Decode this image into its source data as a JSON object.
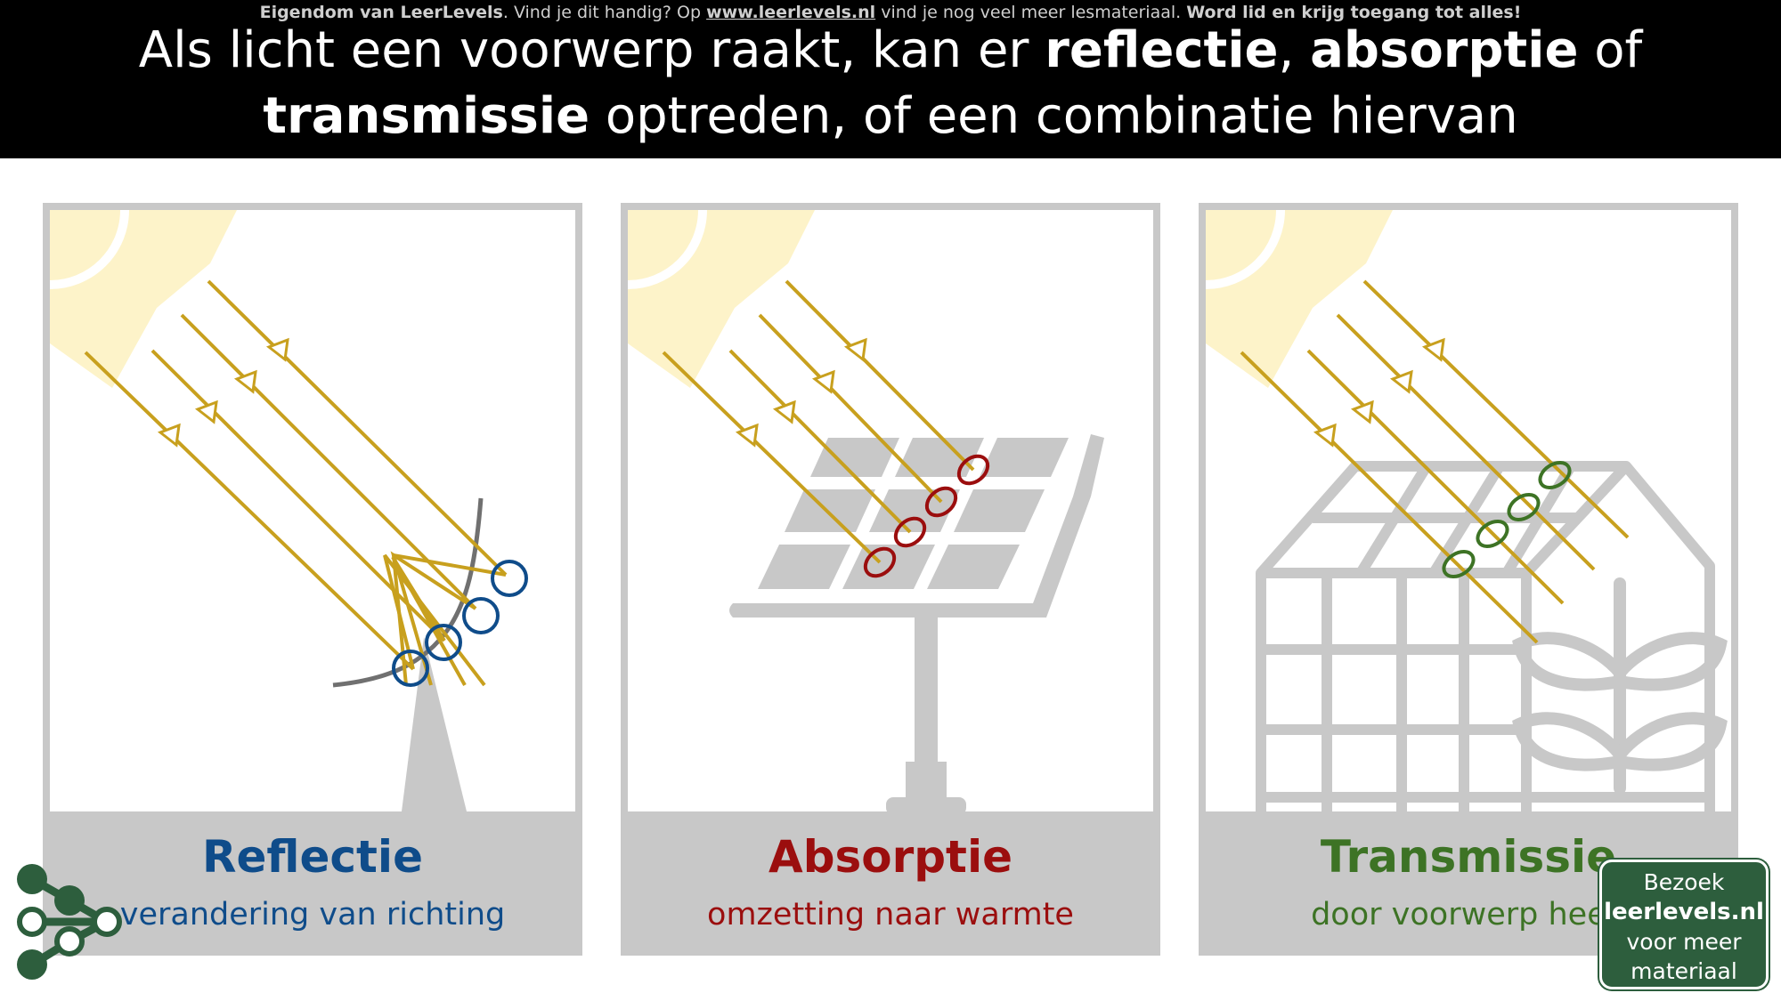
{
  "header": {
    "credit_owner": "Eigendom van LeerLevels",
    "credit_mid": ". Vind je dit handig? Op ",
    "credit_link": "www.leerlevels.nl",
    "credit_after": " vind je nog veel meer lesmateriaal. ",
    "credit_cta": "Word lid en krijg toegang tot alles!",
    "title_part1": "Als licht een voorwerp raakt, kan er ",
    "title_reflectie": "reflectie",
    "title_comma": ", ",
    "title_absorptie": "absorptie",
    "title_of": " of",
    "title_transmissie": "transmissie",
    "title_part2": " optreden, of een combinatie hiervan"
  },
  "panels": [
    {
      "title": "Reflectie",
      "subtitle": "verandering van richting",
      "color": "#0f4c8a",
      "icon": "satellite-dish-icon"
    },
    {
      "title": "Absorptie",
      "subtitle": "omzetting naar warmte",
      "color": "#9b0e0e",
      "icon": "solar-panel-icon"
    },
    {
      "title": "Transmissie",
      "subtitle": "door voorwerp heen",
      "color": "#3d7325",
      "icon": "greenhouse-icon"
    }
  ],
  "visit": {
    "line1": "Bezoek",
    "line2": "leerlevels.nl",
    "line3": "voor meer",
    "line4": "materiaal"
  },
  "colors": {
    "ray": "#c8a01e",
    "sun": "#fdf3c9",
    "gray": "#c8c8c8",
    "brand": "#2d5e3d"
  }
}
